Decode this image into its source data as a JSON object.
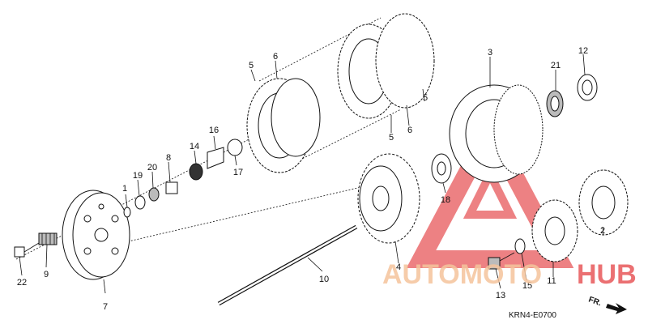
{
  "diagram": {
    "part_numbers": [
      "1",
      "2",
      "3",
      "4",
      "5",
      "5",
      "5",
      "6",
      "6",
      "7",
      "8",
      "9",
      "10",
      "11",
      "12",
      "13",
      "14",
      "15",
      "16",
      "17",
      "18",
      "19",
      "20",
      "21",
      "22"
    ],
    "reference_code": "KRN4-E0700",
    "direction_label": "FR.",
    "watermark": {
      "text_auto": "AUTOMOTO",
      "text_hub": "HUB",
      "color_primary": "#e8585a",
      "color_secondary": "#f5c49c"
    }
  }
}
